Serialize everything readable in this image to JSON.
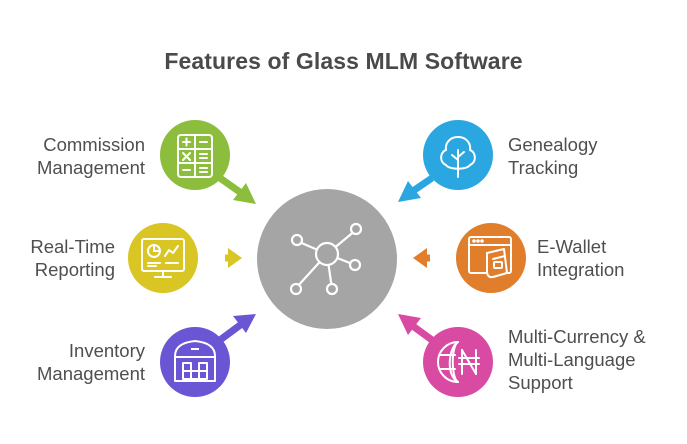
{
  "title": "Features of Glass MLM Software",
  "colors": {
    "center": "#a5a5a5",
    "commission": "#8cbd3c",
    "reporting": "#d9c524",
    "inventory": "#6a55d4",
    "genealogy": "#2aa7e0",
    "ewallet": "#e07e2c",
    "multicurrency": "#d94aa3"
  },
  "features": {
    "commission": {
      "line1": "Commission",
      "line2": "Management",
      "icon": "calculator-icon"
    },
    "reporting": {
      "line1": "Real-Time",
      "line2": "Reporting",
      "icon": "dashboard-icon"
    },
    "inventory": {
      "line1": "Inventory",
      "line2": "Management",
      "icon": "warehouse-icon"
    },
    "genealogy": {
      "line1": "Genealogy",
      "line2": "Tracking",
      "icon": "tree-icon"
    },
    "ewallet": {
      "line1": "E-Wallet",
      "line2": "Integration",
      "icon": "wallet-icon"
    },
    "multicurrency": {
      "line1": "Multi-Currency &",
      "line2": "Multi-Language",
      "line3": "Support",
      "icon": "globe-naira-icon"
    }
  },
  "center": {
    "icon": "network-hub-icon"
  }
}
